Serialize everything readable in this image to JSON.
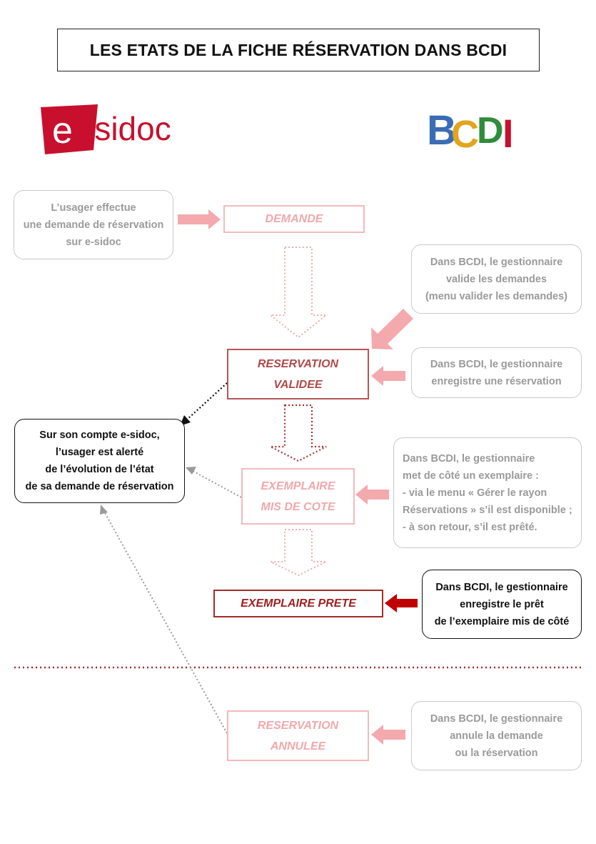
{
  "title": "LES ETATS DE LA FICHE RÉSERVATION DANS BCDI",
  "logos": {
    "esidoc": {
      "prefix": "e",
      "suffix": "-sidoc",
      "color": "#c8102e"
    },
    "bcdi": {
      "letters": [
        "B",
        "C",
        "D",
        "I"
      ],
      "colors": [
        "#3a6db4",
        "#e2a51c",
        "#2f8c3a",
        "#c8102e"
      ]
    }
  },
  "states": {
    "demande": {
      "lines": [
        "DEMANDE"
      ]
    },
    "reservation_validee": {
      "lines": [
        "RESERVATION",
        "VALIDEE"
      ]
    },
    "exemplaire_mis_de_cote": {
      "lines": [
        "EXEMPLAIRE",
        "MIS DE COTE"
      ]
    },
    "exemplaire_prete": {
      "lines": [
        "EXEMPLAIRE PRETE"
      ]
    },
    "reservation_annulee": {
      "lines": [
        "RESERVATION",
        "ANNULEE"
      ]
    }
  },
  "notes": {
    "usager_demande": {
      "lines": [
        "L’usager effectue",
        "une demande de réservation",
        "sur e-sidoc"
      ]
    },
    "valide_demandes": {
      "lines": [
        "Dans BCDI, le gestionnaire",
        "valide les demandes",
        "(menu valider les demandes)"
      ]
    },
    "enregistre_reservation": {
      "lines": [
        "Dans BCDI, le gestionnaire",
        "enregistre une réservation"
      ]
    },
    "alerte_usager": {
      "lines": [
        "Sur son compte e-sidoc,",
        "l’usager est alerté",
        "de l’évolution de l’état",
        "de sa demande de réservation"
      ]
    },
    "met_de_cote": {
      "lines": [
        "Dans BCDI, le gestionnaire",
        "met de côté un exemplaire :",
        "- via le menu « Gérer le rayon",
        "Réservations » s’il est disponible ;",
        "- à son retour, s’il est prêté."
      ]
    },
    "enregistre_pret": {
      "lines": [
        "Dans BCDI, le gestionnaire",
        "enregistre le prêt",
        "de l’exemplaire mis de côté"
      ]
    },
    "annule": {
      "lines": [
        "Dans BCDI, le gestionnaire",
        "annule la demande",
        "ou la réservation"
      ]
    }
  }
}
